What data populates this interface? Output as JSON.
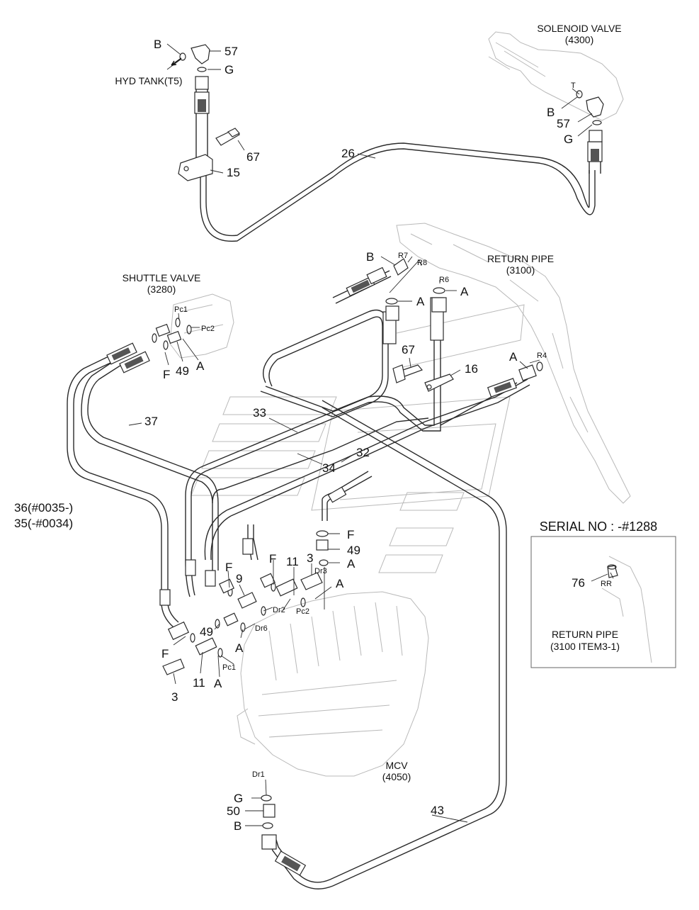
{
  "captions": {
    "solenoid_valve": "SOLENOID VALVE",
    "solenoid_valve_no": "(4300)",
    "hyd_tank": "HYD TANK(T5)",
    "shuttle_valve": "SHUTTLE VALVE",
    "shuttle_valve_no": "(3280)",
    "return_pipe": "RETURN PIPE",
    "return_pipe_no": "(3100)",
    "mcv": "MCV",
    "mcv_no": "(4050)",
    "serial_no": "SERIAL NO : -#1288",
    "inset_return_pipe": "RETURN PIPE",
    "inset_return_pipe_no": "(3100 ITEM3-1)",
    "hose_36_35": "36(#0035-)",
    "hose_35_36": "35(-#0034)"
  },
  "callouts": {
    "p57a": "57",
    "pBa": "B",
    "pGa": "G",
    "p67a": "67",
    "p15": "15",
    "p26": "26",
    "pT": "T",
    "pBb": "B",
    "p57b": "57",
    "pGb": "G",
    "pBc": "B",
    "pR7": "R7",
    "pR8": "R8",
    "pR6": "R6",
    "pAa": "A",
    "pAb": "A",
    "p67b": "67",
    "p16": "16",
    "pAc": "A",
    "pR4": "R4",
    "pPc1a": "Pc1",
    "pPc2a": "Pc2",
    "pFa": "F",
    "p49a": "49",
    "pAd": "A",
    "p37": "37",
    "p33": "33",
    "p34": "34",
    "p32": "32",
    "pFb": "F",
    "p49b": "49",
    "pAe": "A",
    "p3a": "3",
    "pDr3": "Dr3",
    "p11a": "11",
    "pFc": "F",
    "pFd": "F",
    "p9": "9",
    "pAf": "A",
    "pDr2": "Dr2",
    "pPc2b": "Pc2",
    "pDr6": "Dr6",
    "p49c": "49",
    "pAg": "A",
    "pFe": "F",
    "pPc1b": "Pc1",
    "p3b": "3",
    "p11b": "11",
    "pAh": "A",
    "p76": "76",
    "pRR": "RR",
    "pDr1": "Dr1",
    "pGc": "G",
    "p50": "50",
    "pBd": "B",
    "p43": "43"
  }
}
